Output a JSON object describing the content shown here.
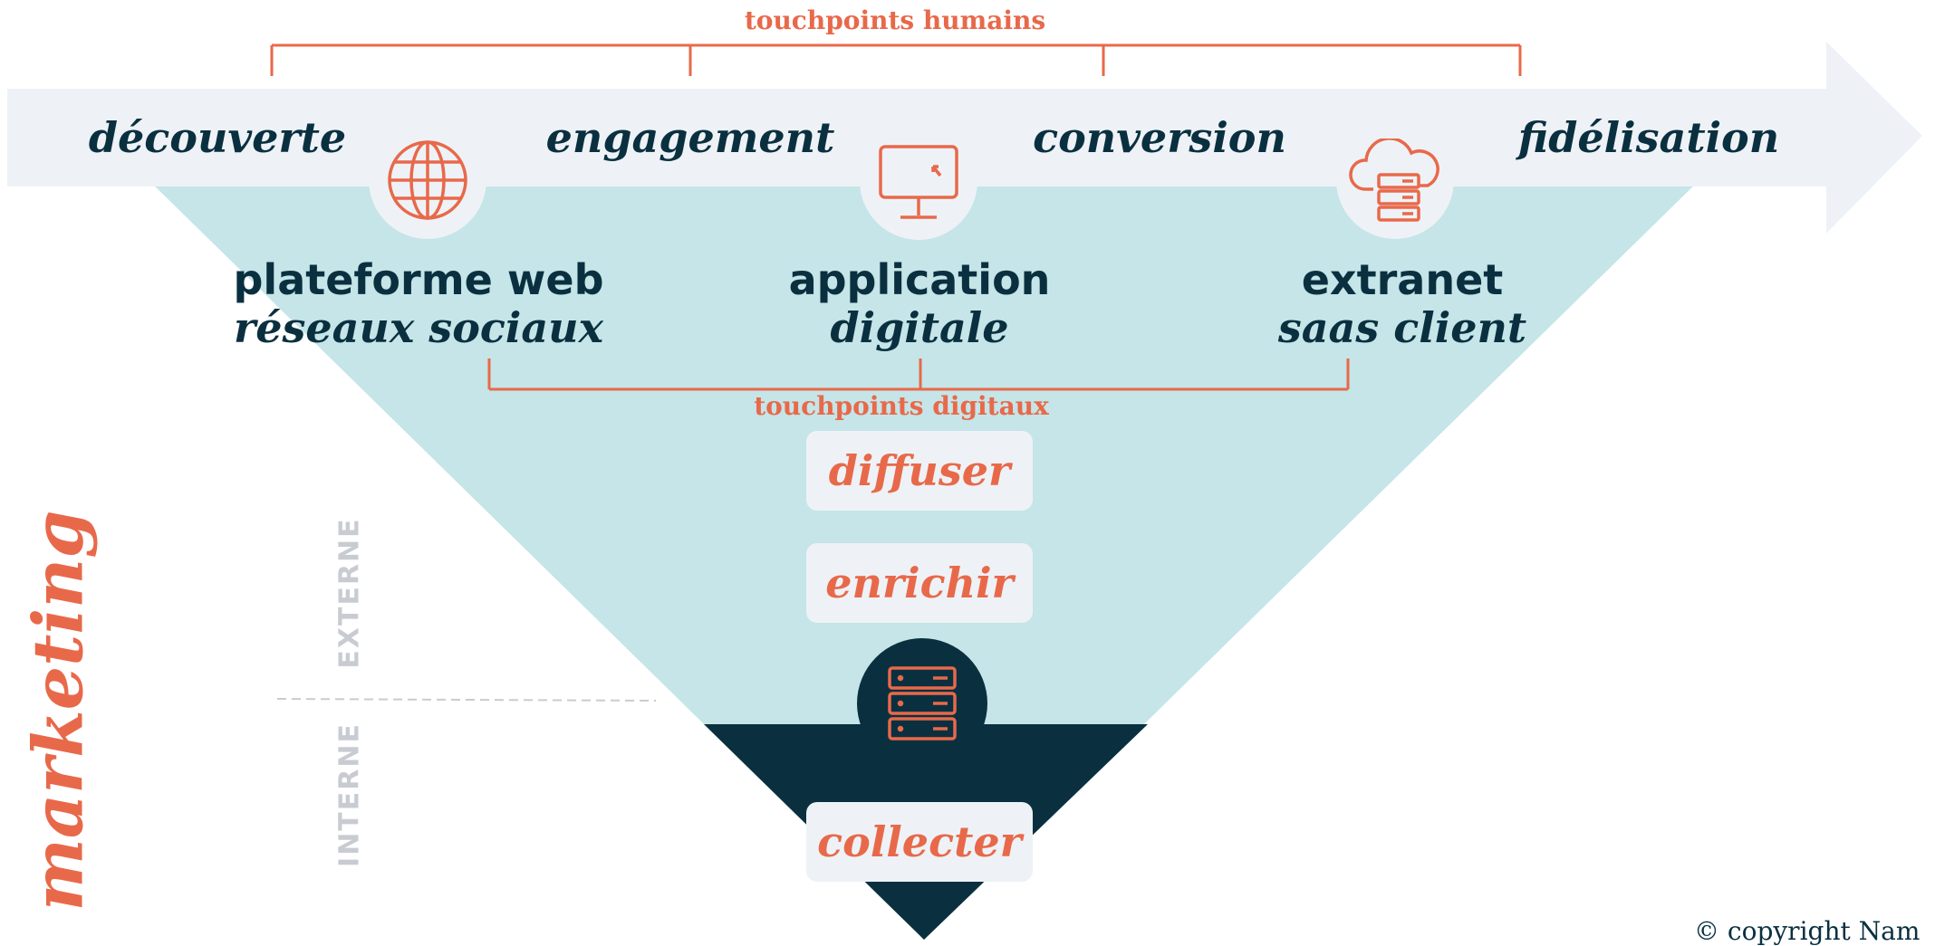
{
  "title": "marketing",
  "colors": {
    "accent": "#e8694a",
    "navy": "#0a3040",
    "teal": "#c5e5e8",
    "light": "#eef2f6",
    "muted": "#c8ccd2"
  },
  "touchpoints_humains": "touchpoints humains",
  "touchpoints_digitaux": "touchpoints digitaux",
  "stages": [
    "découverte",
    "engagement",
    "conversion",
    "fidélisation"
  ],
  "digital": [
    {
      "title": "plateforme web",
      "subtitle": "réseaux sociaux",
      "icon": "globe-icon"
    },
    {
      "title": "application",
      "subtitle": "digitale",
      "icon": "monitor-icon"
    },
    {
      "title": "extranet",
      "subtitle": "saas client",
      "icon": "cloud-server-icon"
    }
  ],
  "actions": [
    "diffuser",
    "enrichir",
    "collecter"
  ],
  "central_icon": "database-icon",
  "zones": {
    "externe": "EXTERNE",
    "interne": "INTERNE"
  },
  "copyright": "© copyright Nam"
}
